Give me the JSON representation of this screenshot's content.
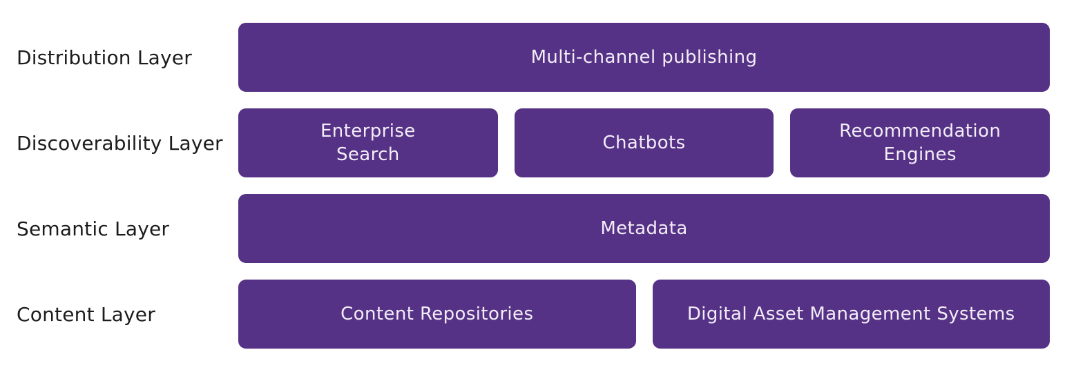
{
  "diagram": {
    "title": "Layered content architecture diagram",
    "colors": {
      "box_background": "#553285",
      "box_text": "#f3edf8",
      "label_text": "#1c1c1c",
      "page_background": "#ffffff"
    },
    "rows": [
      {
        "label": "Distribution Layer",
        "boxes": [
          {
            "text": "Multi-channel publishing"
          }
        ]
      },
      {
        "label": "Discoverability Layer",
        "boxes": [
          {
            "text": "Enterprise\nSearch"
          },
          {
            "text": "Chatbots"
          },
          {
            "text": "Recommendation\nEngines"
          }
        ]
      },
      {
        "label": "Semantic Layer",
        "boxes": [
          {
            "text": "Metadata"
          }
        ]
      },
      {
        "label": "Content Layer",
        "boxes": [
          {
            "text": "Content Repositories"
          },
          {
            "text": "Digital Asset Management Systems"
          }
        ]
      }
    ]
  }
}
